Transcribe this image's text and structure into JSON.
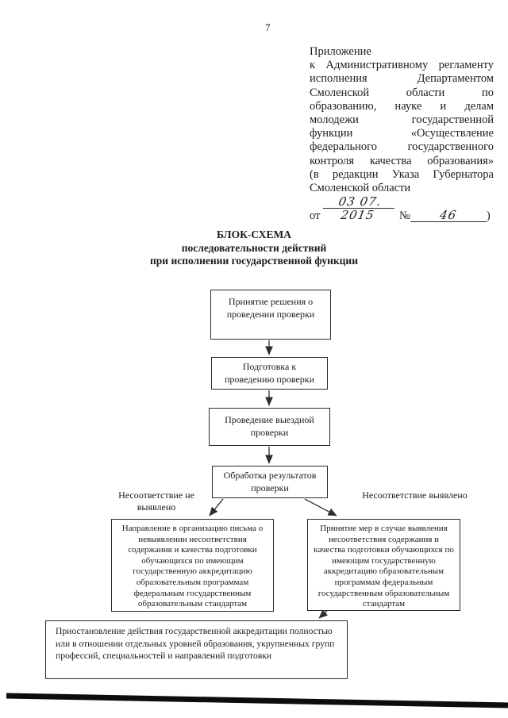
{
  "page": {
    "number": "7"
  },
  "annex": {
    "lines": [
      "Приложение",
      "к Административному регламенту",
      "исполнения Департаментом",
      "Смоленской области по",
      "образованию, науке и делам",
      "молодежи государственной",
      "функции «Осуществление",
      "федерального государственного",
      "контроля качества образования»",
      "(в редакции Указа Губернатора",
      "Смоленской области"
    ],
    "signature": {
      "prefix": "от",
      "date_value": "03 07. 2015",
      "number_sign": "№",
      "number_value": "46",
      "closing": ")"
    }
  },
  "title": {
    "line1": "БЛОК-СХЕМА",
    "line2": "последовательности действий",
    "line3": "при исполнении государственной функции"
  },
  "flowchart": {
    "steps": {
      "step1": "Принятие решения о проведении проверки",
      "step2": "Подготовка к проведению проверки",
      "step3": "Проведение выездной проверки",
      "step4": "Обработка результатов проверки"
    },
    "branch_labels": {
      "left": "Несоответствие не выявлено",
      "right": "Несоответствие выявлено"
    },
    "outcomes": {
      "left": "Направление в организацию письма о невыявлении несоответствия содержания и качества подготовки обучающихся по имеющим государственную аккредитацию образовательным программам федеральным государственным образовательным стандартам",
      "right": "Принятие мер в случае выявления несоответствия содержания и качества подготовки обучающихся по имеющим государственную аккредитацию образовательным программам федеральным государственным образовательным стандартам"
    },
    "final": "Приостановление действия государственной аккредитации полностью или в отношении отдельных уровней образования, укрупненных групп профессий, специальностей и направлений подготовки"
  },
  "colors": {
    "ink": "#1c1c1c",
    "connector": "#3d3d3d",
    "bottom_rule": "#0d0d0d",
    "paper": "#ffffff"
  }
}
